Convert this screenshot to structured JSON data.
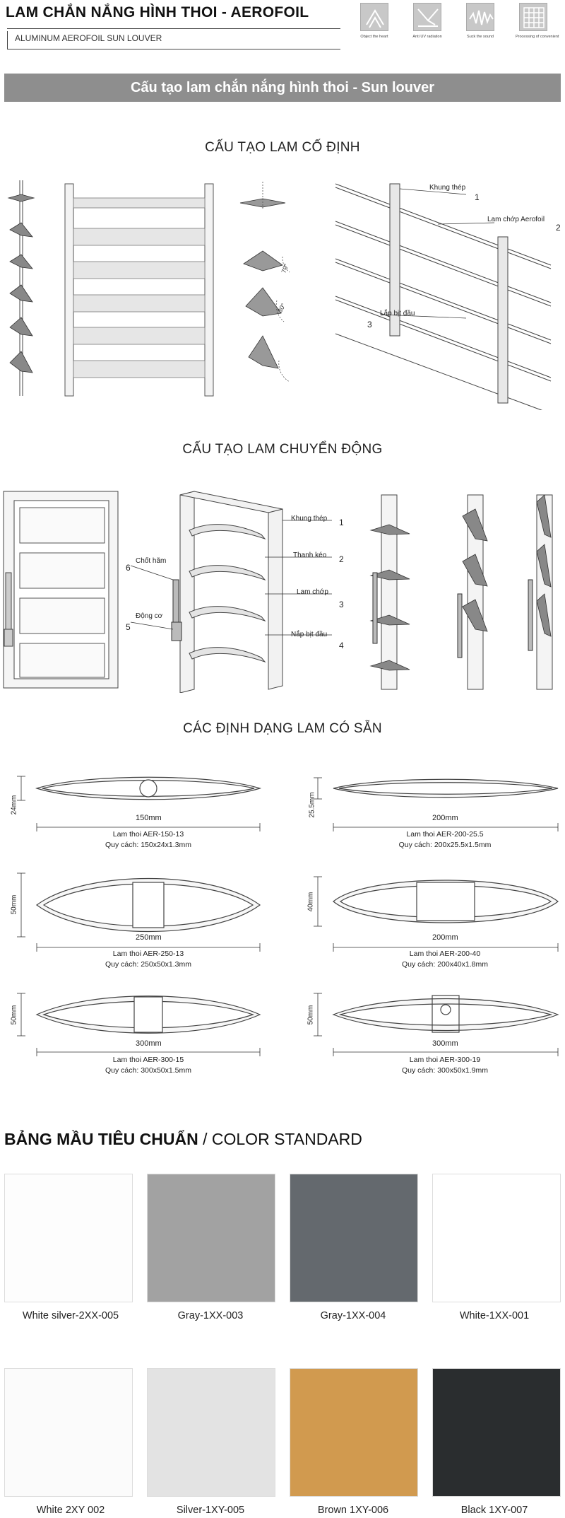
{
  "header": {
    "title": "LAM CHẮN NẮNG HÌNH THOI - AEROFOIL",
    "subtitle": "ALUMINUM AEROFOIL SUN LOUVER",
    "icons": [
      {
        "icon": "heat-reflect-icon",
        "caption": "Object the heart"
      },
      {
        "icon": "uv-radiation-icon",
        "caption": "Anti UV radiation"
      },
      {
        "icon": "sound-wave-icon",
        "caption": "Suck the sound"
      },
      {
        "icon": "grid-pattern-icon",
        "caption": "Processing of convenient"
      }
    ]
  },
  "banner": "Cấu tạo lam chắn nắng hình thoi - Sun louver",
  "fixed": {
    "heading": "CẤU TẠO LAM CỐ ĐỊNH",
    "angle_labels": [
      "70°",
      "30°"
    ],
    "callouts": [
      {
        "num": "1",
        "label": "Khung thép"
      },
      {
        "num": "2",
        "label": "Lam chớp Aerofoil"
      },
      {
        "num": "3",
        "label": "Lắp bịt đầu"
      }
    ]
  },
  "moving": {
    "heading": "CẤU TẠO LAM CHUYỂN ĐỘNG",
    "callouts_right": [
      {
        "num": "1",
        "label": "Khung thép"
      },
      {
        "num": "2",
        "label": "Thanh kéo"
      },
      {
        "num": "3",
        "label": "Lam chớp"
      },
      {
        "num": "4",
        "label": "Nắp bịt đầu"
      }
    ],
    "callouts_left": [
      {
        "num": "6",
        "label": "Chốt hãm"
      },
      {
        "num": "5",
        "label": "Động cơ"
      }
    ]
  },
  "profiles": {
    "heading": "CÁC ĐỊNH DẠNG LAM CÓ SẴN",
    "items": [
      {
        "height": "24mm",
        "width": "150mm",
        "name": "Lam thoi AER-150-13",
        "spec": "Quy cách: 150x24x1.3mm"
      },
      {
        "height": "25.5mm",
        "width": "200mm",
        "name": "Lam thoi AER-200-25.5",
        "spec": "Quy cách: 200x25.5x1.5mm"
      },
      {
        "height": "50mm",
        "width": "250mm",
        "name": "Lam thoi AER-250-13",
        "spec": "Quy cách: 250x50x1.3mm"
      },
      {
        "height": "40mm",
        "width": "200mm",
        "name": "Lam thoi AER-200-40",
        "spec": "Quy cách: 200x40x1.8mm"
      },
      {
        "height": "50mm",
        "width": "300mm",
        "name": "Lam thoi AER-300-15",
        "spec": "Quy cách: 300x50x1.5mm"
      },
      {
        "height": "50mm",
        "width": "300mm",
        "name": "Lam thoi AER-300-19",
        "spec": "Quy cách: 300x50x1.9mm"
      }
    ]
  },
  "colors": {
    "heading_bold": "BẢNG MẦU TIÊU CHUẨN",
    "heading_rest": " / COLOR STANDARD",
    "swatches": [
      {
        "name": "White silver-2XX-005",
        "color": "#fdfdfd"
      },
      {
        "name": "Gray-1XX-003",
        "color": "#a2a2a2"
      },
      {
        "name": "Gray-1XX-004",
        "color": "#64696e"
      },
      {
        "name": "White-1XX-001",
        "color": "#ffffff"
      },
      {
        "name": "White 2XY 002",
        "color": "#fbfbfb"
      },
      {
        "name": "Silver-1XY-005",
        "color": "#e3e3e3"
      },
      {
        "name": "Brown 1XY-006",
        "color": "#d19a4f"
      },
      {
        "name": "Black 1XY-007",
        "color": "#2a2d2f"
      }
    ]
  }
}
